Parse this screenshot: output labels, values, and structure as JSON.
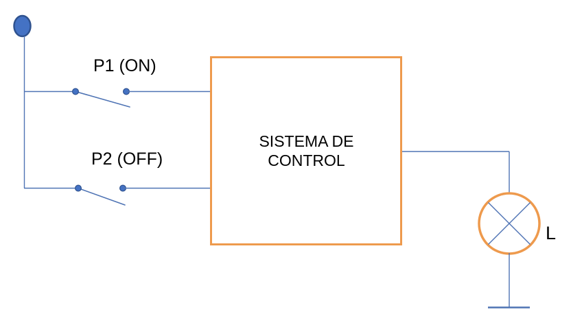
{
  "labels": {
    "switch1": "P1 (ON)",
    "switch2": "P2 (OFF)",
    "control_box": "SISTEMA DE CONTROL",
    "lamp": "L"
  },
  "colors": {
    "wire": "#4e73b4",
    "nodefill": "#4472c4",
    "nodestroke": "#2f528f",
    "accent": "#ee9a4d",
    "text": "#000000",
    "background": "#ffffff"
  }
}
